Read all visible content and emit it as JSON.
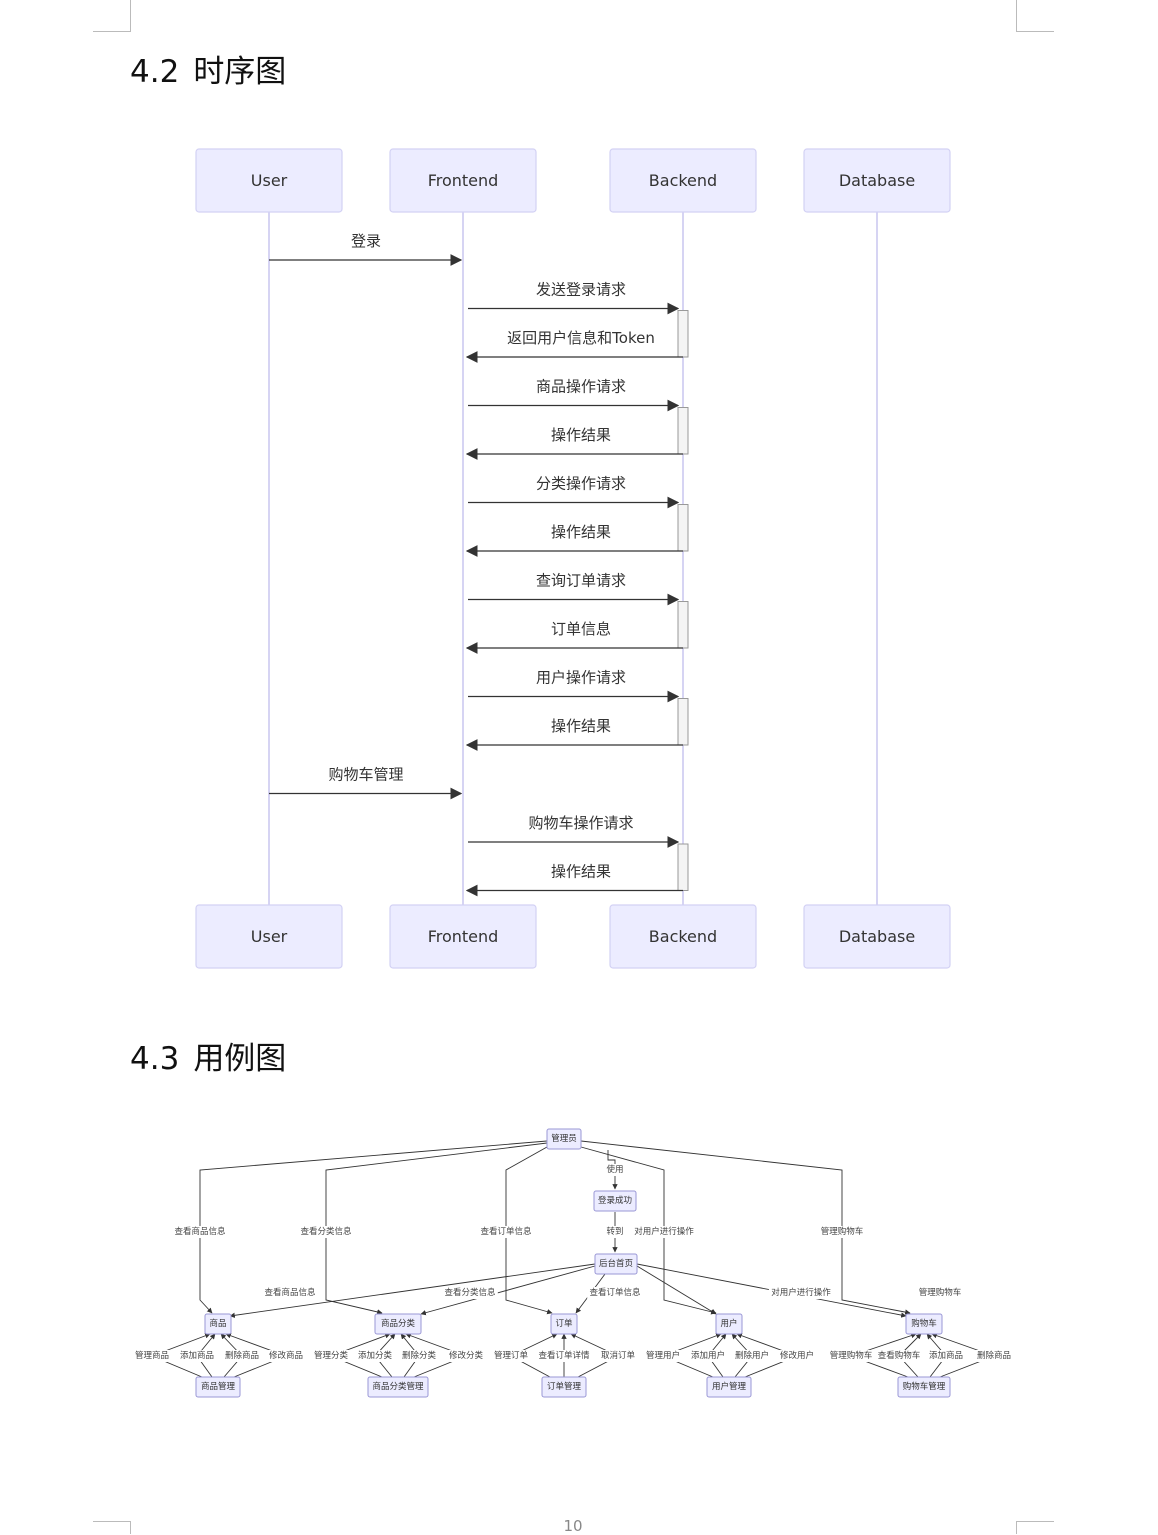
{
  "sections": {
    "sequence": {
      "number": "4.2",
      "title": "时序图"
    },
    "usecase": {
      "number": "4.3",
      "title": "用例图"
    }
  },
  "sequence_diagram": {
    "participants": [
      "User",
      "Frontend",
      "Backend",
      "Database"
    ],
    "messages": [
      {
        "from": "User",
        "to": "Frontend",
        "label": "登录",
        "kind": "call"
      },
      {
        "from": "Frontend",
        "to": "Backend",
        "label": "发送登录请求",
        "kind": "call"
      },
      {
        "from": "Backend",
        "to": "Frontend",
        "label": "返回用户信息和Token",
        "kind": "reply"
      },
      {
        "from": "Frontend",
        "to": "Backend",
        "label": "商品操作请求",
        "kind": "call"
      },
      {
        "from": "Backend",
        "to": "Frontend",
        "label": "操作结果",
        "kind": "reply"
      },
      {
        "from": "Frontend",
        "to": "Backend",
        "label": "分类操作请求",
        "kind": "call"
      },
      {
        "from": "Backend",
        "to": "Frontend",
        "label": "操作结果",
        "kind": "reply"
      },
      {
        "from": "Frontend",
        "to": "Backend",
        "label": "查询订单请求",
        "kind": "call"
      },
      {
        "from": "Backend",
        "to": "Frontend",
        "label": "订单信息",
        "kind": "reply"
      },
      {
        "from": "Frontend",
        "to": "Backend",
        "label": "用户操作请求",
        "kind": "call"
      },
      {
        "from": "Backend",
        "to": "Frontend",
        "label": "操作结果",
        "kind": "reply"
      },
      {
        "from": "User",
        "to": "Frontend",
        "label": "购物车管理",
        "kind": "call"
      },
      {
        "from": "Frontend",
        "to": "Backend",
        "label": "购物车操作请求",
        "kind": "call"
      },
      {
        "from": "Backend",
        "to": "Frontend",
        "label": "操作结果",
        "kind": "reply"
      }
    ]
  },
  "usecase_diagram": {
    "nodes": {
      "admin": "管理员",
      "login": "登录成功",
      "home": "后台首页",
      "goods": "商品",
      "category": "商品分类",
      "order": "订单",
      "user": "用户",
      "cart": "购物车",
      "goods_mgmt": "商品管理",
      "category_mgmt": "商品分类管理",
      "order_mgmt": "订单管理",
      "user_mgmt": "用户管理",
      "cart_mgmt": "购物车管理"
    },
    "edges": [
      {
        "from": "admin",
        "to": "login",
        "label": "使用"
      },
      {
        "from": "login",
        "to": "home",
        "label": "转到"
      },
      {
        "from": "admin",
        "to": "goods",
        "label": "查看商品信息"
      },
      {
        "from": "admin",
        "to": "category",
        "label": "查看分类信息"
      },
      {
        "from": "admin",
        "to": "order",
        "label": "查看订单信息"
      },
      {
        "from": "admin",
        "to": "user",
        "label": "对用户进行操作"
      },
      {
        "from": "admin",
        "to": "cart",
        "label": "管理购物车"
      },
      {
        "from": "home",
        "to": "goods",
        "label": "查看商品信息"
      },
      {
        "from": "home",
        "to": "category",
        "label": "查看分类信息"
      },
      {
        "from": "home",
        "to": "order",
        "label": "查看订单信息"
      },
      {
        "from": "home",
        "to": "user",
        "label": "对用户进行操作"
      },
      {
        "from": "home",
        "to": "cart",
        "label": "管理购物车"
      },
      {
        "from": "goods_mgmt",
        "to": "goods",
        "label": "管理商品"
      },
      {
        "from": "goods_mgmt",
        "to": "goods",
        "label": "添加商品"
      },
      {
        "from": "goods_mgmt",
        "to": "goods",
        "label": "删除商品"
      },
      {
        "from": "goods_mgmt",
        "to": "goods",
        "label": "修改商品"
      },
      {
        "from": "category_mgmt",
        "to": "category",
        "label": "管理分类"
      },
      {
        "from": "category_mgmt",
        "to": "category",
        "label": "添加分类"
      },
      {
        "from": "category_mgmt",
        "to": "category",
        "label": "删除分类"
      },
      {
        "from": "category_mgmt",
        "to": "category",
        "label": "修改分类"
      },
      {
        "from": "order_mgmt",
        "to": "order",
        "label": "管理订单"
      },
      {
        "from": "order_mgmt",
        "to": "order",
        "label": "查看订单详情"
      },
      {
        "from": "order_mgmt",
        "to": "order",
        "label": "取消订单"
      },
      {
        "from": "user_mgmt",
        "to": "user",
        "label": "管理用户"
      },
      {
        "from": "user_mgmt",
        "to": "user",
        "label": "添加用户"
      },
      {
        "from": "user_mgmt",
        "to": "user",
        "label": "删除用户"
      },
      {
        "from": "user_mgmt",
        "to": "user",
        "label": "修改用户"
      },
      {
        "from": "cart_mgmt",
        "to": "cart",
        "label": "管理购物车"
      },
      {
        "from": "cart_mgmt",
        "to": "cart",
        "label": "查看购物车"
      },
      {
        "from": "cart_mgmt",
        "to": "cart",
        "label": "添加商品"
      },
      {
        "from": "cart_mgmt",
        "to": "cart",
        "label": "删除商品"
      }
    ]
  },
  "page_number": "10"
}
